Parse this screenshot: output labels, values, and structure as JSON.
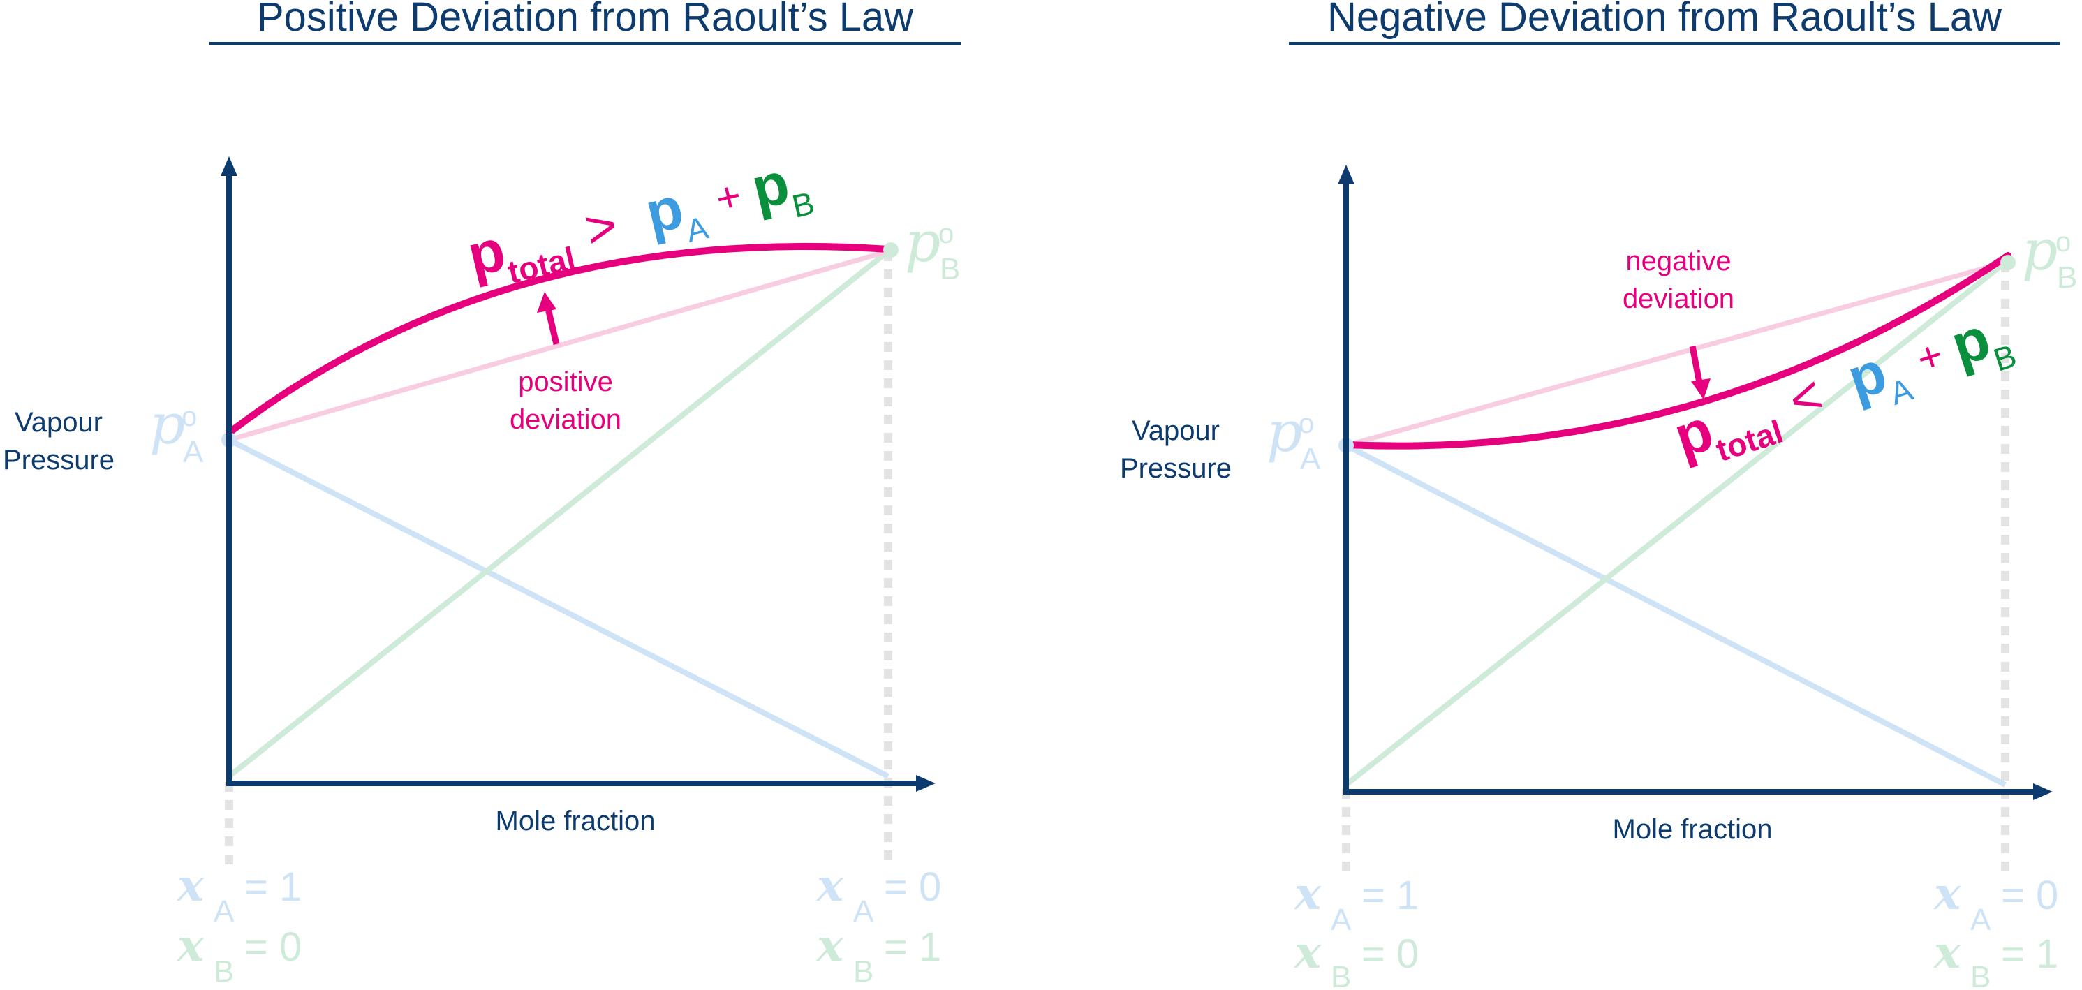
{
  "colors": {
    "navy": "#0d3b6e",
    "magenta": "#e6007e",
    "magenta_light": "#f8cde2",
    "blue": "#3d9be0",
    "blue_light": "#cfe3f7",
    "green": "#0a8f3c",
    "green_light": "#cdebd8",
    "dotted_grey": "#e3e3e3"
  },
  "panels": [
    {
      "title": "Positive Deviation from Raoult’s Law",
      "y_axis_label_line1": "Vapour",
      "y_axis_label_line2": "Pressure",
      "x_axis_label": "Mole fraction",
      "pA_symbol": "p",
      "pA_sub": "A",
      "pA_sup": "o",
      "pB_symbol": "p",
      "pB_sub": "B",
      "pB_sup": "o",
      "relation": {
        "p_total_symbol": "p",
        "p_total_sub": "total",
        "operator": ">",
        "pA_symbol": "p",
        "pA_sub": "A",
        "plus": "+",
        "pB_symbol": "p",
        "pB_sub": "B"
      },
      "deviation_line1": "positive",
      "deviation_line2": "deviation",
      "left_x_labels": {
        "xA_var": "x",
        "xA_sub": "A",
        "xA_value": "= 1",
        "xB_var": "x",
        "xB_sub": "B",
        "xB_value": "= 0"
      },
      "right_x_labels": {
        "xA_var": "x",
        "xA_sub": "A",
        "xA_value": "= 0",
        "xB_var": "x",
        "xB_sub": "B",
        "xB_value": "= 1"
      }
    },
    {
      "title": "Negative Deviation from Raoult’s Law",
      "y_axis_label_line1": "Vapour",
      "y_axis_label_line2": "Pressure",
      "x_axis_label": "Mole fraction",
      "pA_symbol": "p",
      "pA_sub": "A",
      "pA_sup": "o",
      "pB_symbol": "p",
      "pB_sub": "B",
      "pB_sup": "o",
      "relation": {
        "p_total_symbol": "p",
        "p_total_sub": "total",
        "operator": "<",
        "pA_symbol": "p",
        "pA_sub": "A",
        "plus": "+",
        "pB_symbol": "p",
        "pB_sub": "B"
      },
      "deviation_line1": "negative",
      "deviation_line2": "deviation",
      "left_x_labels": {
        "xA_var": "x",
        "xA_sub": "A",
        "xA_value": "= 1",
        "xB_var": "x",
        "xB_sub": "B",
        "xB_value": "= 0"
      },
      "right_x_labels": {
        "xA_var": "x",
        "xA_sub": "A",
        "xA_value": "= 0",
        "xB_var": "x",
        "xB_sub": "B",
        "xB_value": "= 1"
      }
    }
  ]
}
